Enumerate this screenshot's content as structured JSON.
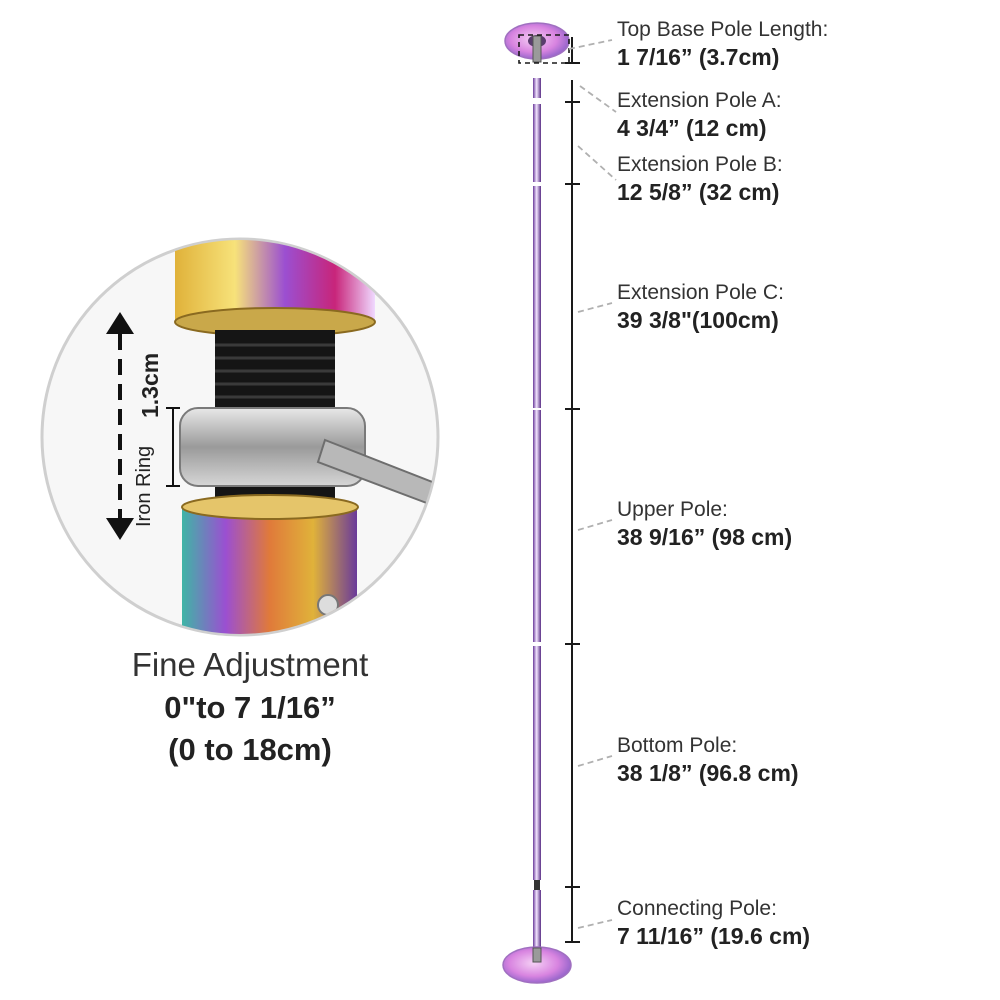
{
  "labels": [
    {
      "id": "top-base",
      "name": "Top Base Pole Length:",
      "value": "1 7/16” (3.7cm)"
    },
    {
      "id": "extension-a",
      "name": "Extension Pole A:",
      "value": "4 3/4” (12 cm)"
    },
    {
      "id": "extension-b",
      "name": "Extension Pole B:",
      "value": "12 5/8” (32 cm)"
    },
    {
      "id": "extension-c",
      "name": "Extension Pole C:",
      "value": "39 3/8\"(100cm)"
    },
    {
      "id": "upper",
      "name": "Upper Pole:",
      "value": "38 9/16” (98 cm)"
    },
    {
      "id": "bottom",
      "name": "Bottom Pole:",
      "value": "38 1/8” (96.8 cm)"
    },
    {
      "id": "connecting",
      "name": "Connecting Pole:",
      "value": "7 11/16” (19.6 cm)"
    }
  ],
  "fine_adjustment": {
    "title": "Fine Adjustment",
    "range_in": "0\"to 7 1/16”",
    "range_cm": "(0 to 18cm)"
  },
  "detail": {
    "iron_ring_label": "Iron Ring",
    "iron_ring_size": "1.3cm"
  },
  "colors": {
    "text": "#2b2b2b",
    "dimension_line": "#1a1a1a",
    "leader_line": "#b0b0b0",
    "circle_border": "#cfcfcf",
    "chrome_purple": "#9b4fd1",
    "chrome_gold": "#e0b23a",
    "chrome_teal": "#3fb5a6",
    "base_pink": "#e08be0"
  }
}
